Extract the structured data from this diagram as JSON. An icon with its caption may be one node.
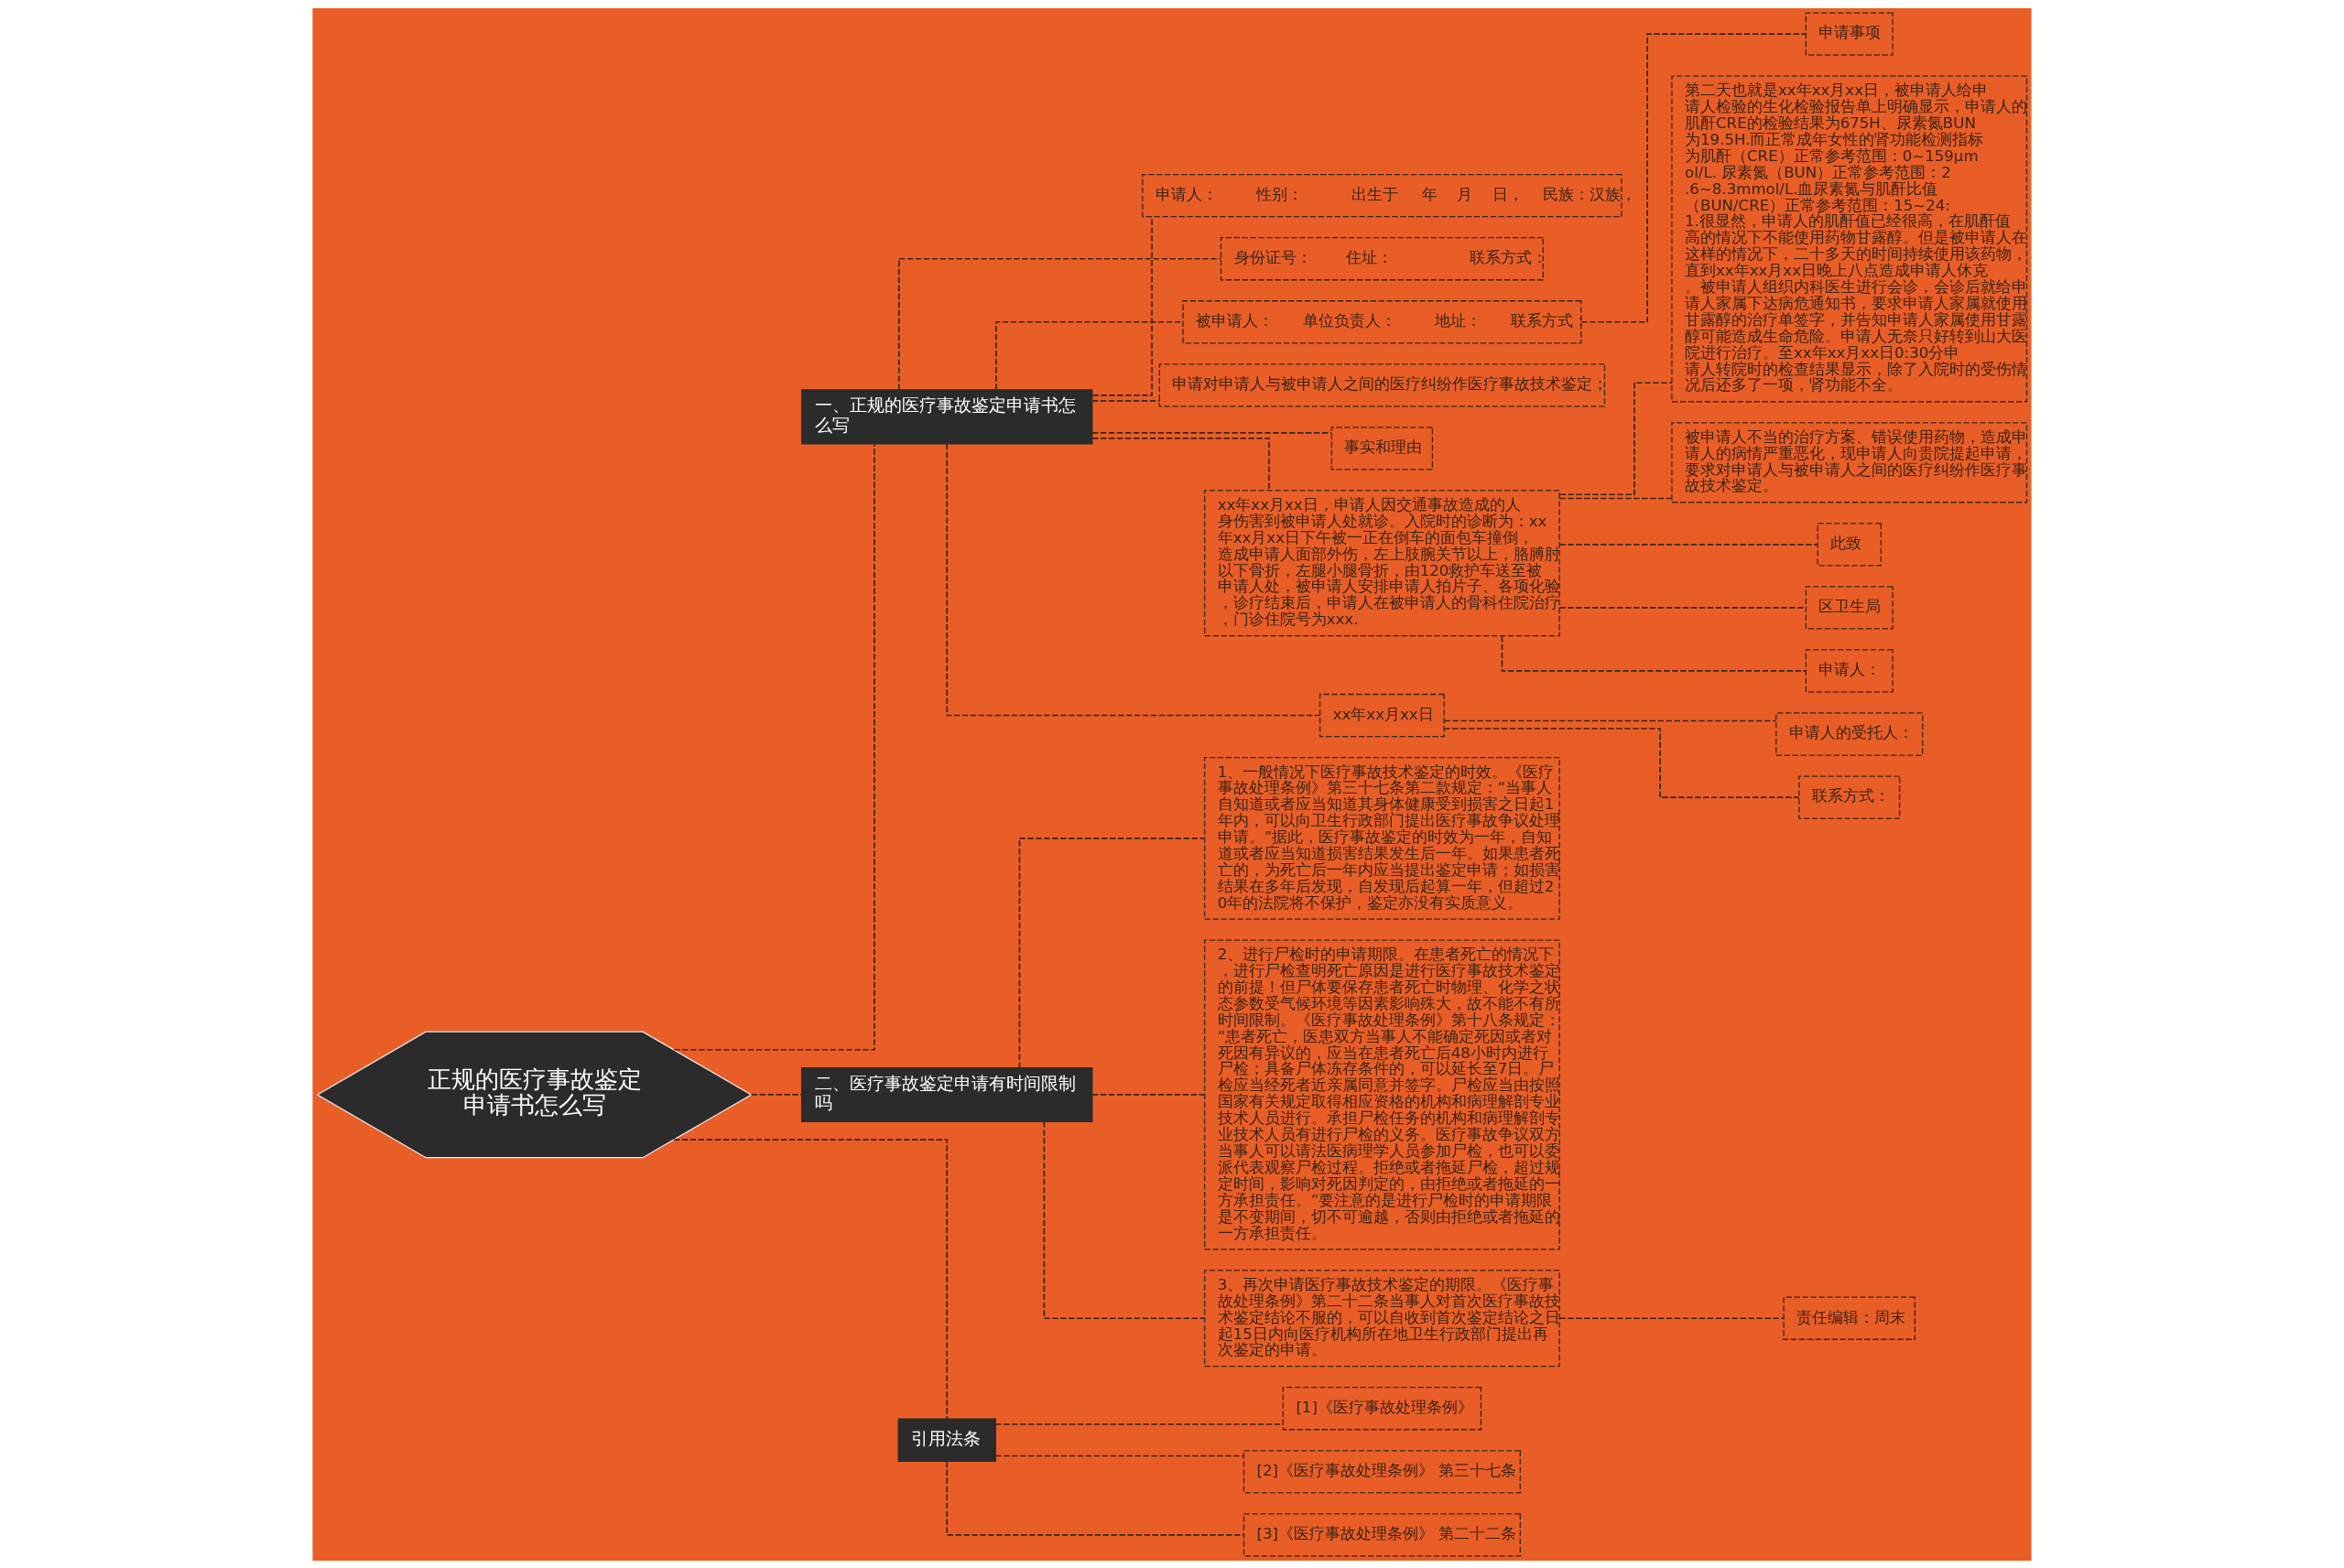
{
  "diagram": {
    "nodes": [
      {
        "text": [
          "正规的医疗事故鉴定申请书怎么写"
        ]
      },
      {
        "text": [
          "一、正规的医疗事故鉴定申请书怎么写"
        ]
      },
      {
        "text": [
          "申请人：        性别：          出生于     年    月    日，    民族：汉族，"
        ]
      },
      {
        "text": [
          "身份证号：       住址：                联系方式："
        ]
      },
      {
        "text": [
          "被申请人：      单位负责人：        地址：      联系方式："
        ]
      },
      {
        "text": [
          "申请事项"
        ]
      },
      {
        "text": [
          "申请对申请人与被申请人之间的医疗纠纷作医疗事故技术鉴定；"
        ]
      },
      {
        "text": [
          "事实和理由"
        ]
      },
      {
        "text": [
          "xx年xx月xx日，申请人因交通事故造成的人身伤害到被申请人处就诊。入院时的诊断为：xx年xx月xx日下午被一正在倒车的面包车撞倒，造成申请人面部外伤，左上肢腕关节以上，胳膊肘以下骨折，左腿小腿骨折，由120救护车送至被申请人处，被申请人安排申请人拍片子、各项化验，诊疗结束后，申请人在被申请人的骨科住院治疗，门诊住院号为xxx."
        ]
      },
      {
        "text": [
          "第二天也就是xx年xx月xx日，被申请人给申请人检验的生化检验报告单上明确显示，申请人的肌酐CRE的检验结果为675H、尿素氮BUN为19.5H.而正常成年女性的肾功能检测指标为肌酐（CRE）正常参考范围：0~159μmol/L. 尿素氮（BUN）正常参考范围：2.6~8.3mmol/L.血尿素氮与肌酐比值（BUN/CRE）正常参考范围：15~24:1.很显然，申请人的肌酐值已经很高，在肌酐值高的情况下不能使用药物甘露醇。但是被申请人在这样的情况下，二十多天的时间持续使用该药物，直到xx年xx月xx日晚上八点造成申请人休克。被申请人组织内科医生进行会诊，会诊后就给申请人家属下达病危通知书，要求申请人家属就使用甘露醇的治疗单签字，并告知申请人家属使用甘露醇可能造成生命危险。申请人无奈只好转到山大医院进行治疗。至xx年xx月xx日0:30分申请人转院时的检查结果显示，除了入院时的受伤情况后还多了一项，肾功能不全。"
        ]
      },
      {
        "text": [
          "被申请人不当的治疗方案、错误使用药物，造成申请人的病情严重恶化，现申请人向贵院提起申请，要求对申请人与被申请人之间的医疗纠纷作医疗事故技术鉴定。"
        ]
      },
      {
        "text": [
          "此致"
        ]
      },
      {
        "text": [
          "区卫生局"
        ]
      },
      {
        "text": [
          "申请人："
        ]
      },
      {
        "text": [
          "xx年xx月xx日"
        ]
      },
      {
        "text": [
          "申请人的受托人："
        ]
      },
      {
        "text": [
          "联系方式："
        ]
      },
      {
        "text": [
          "二、医疗事故鉴定申请有时间限制吗"
        ]
      },
      {
        "text": [
          "1、一般情况下医疗事故技术鉴定的时效。《医疗事故处理条例》第三十七条第二款规定：“当事人自知道或者应当知道其身体健康受到损害之日起1年内，可以向卫生行政部门提出医疗事故争议处理申请。”据此，医疗事故鉴定的时效为一年，自知道或者应当知道损害结果发生后一年。如果患者死亡的，为死亡后一年内应当提出鉴定申请；如损害结果在多年后发现，自发现后起算一年，但超过20年的法院将不保护，鉴定亦没有实质意义。"
        ]
      },
      {
        "text": [
          "2、进行尸检时的申请期限。在患者死亡的情况下，进行尸检查明死亡原因是进行医疗事故技术鉴定的前提！但尸体要保存患者死亡时物理、化学之状态参数受气候环境等因素影响殊大，故不能不有所时间限制。《医疗事故处理条例》第十八条规定：“患者死亡，医患双方当事人不能确定死因或者对死因有异议的，应当在患者死亡后48小时内进行尸检；具备尸体冻存条件的，可以延长至7日。尸检应当经死者近亲属同意并签字。尸检应当由按照国家有关规定取得相应资格的机构和病理解剖专业技术人员进行。承担尸检任务的机构和病理解剖专业技术人员有进行尸检的义务。医疗事故争议双方当事人可以请法医病理学人员参加尸检，也可以委派代表观察尸检过程。拒绝或者拖延尸检，超过规定时间，影响对死因判定的，由拒绝或者拖延的一方承担责任。”要注意的是进行尸检时的申请期限是不变期间，切不可逾越，否则由拒绝或者拖延的一方承担责任。"
        ]
      },
      {
        "text": [
          "3、再次申请医疗事故技术鉴定的期限。《医疗事故处理条例》第二十二条当事人对首次医疗事故技术鉴定结论不服的，可以自收到首次鉴定结论之日起15日内向医疗机构所在地卫生行政部门提出再次鉴定的申请。"
        ]
      },
      {
        "text": [
          "责任编辑：周末"
        ]
      },
      {
        "text": [
          "引用法条"
        ]
      },
      {
        "text": [
          "[1]《医疗事故处理条例》"
        ]
      },
      {
        "text": [
          "[2]《医疗事故处理条例》 第三十七条"
        ]
      },
      {
        "text": [
          "[3]《医疗事故处理条例》 第二十二条"
        ]
      }
    ],
    "edges": [
      {
        "from": 0,
        "to": 1,
        "arrow": "none",
        "style": "dashed"
      },
      {
        "from": 1,
        "to": 2,
        "arrow": "none",
        "style": "dashed"
      },
      {
        "from": 1,
        "to": 3,
        "arrow": "none",
        "style": "dashed"
      },
      {
        "from": 1,
        "to": 4,
        "arrow": "none",
        "style": "dashed"
      },
      {
        "from": 4,
        "to": 5,
        "arrow": "none",
        "style": "dashed"
      },
      {
        "from": 1,
        "to": 6,
        "arrow": "none",
        "style": "dashed"
      },
      {
        "from": 1,
        "to": 7,
        "arrow": "none",
        "style": "dashed"
      },
      {
        "from": 1,
        "to": 8,
        "arrow": "none",
        "style": "dashed"
      },
      {
        "from": 8,
        "to": 9,
        "arrow": "none",
        "style": "dashed"
      },
      {
        "from": 8,
        "to": 10,
        "arrow": "none",
        "style": "dashed"
      },
      {
        "from": 8,
        "to": 11,
        "arrow": "none",
        "style": "dashed"
      },
      {
        "from": 8,
        "to": 12,
        "arrow": "none",
        "style": "dashed"
      },
      {
        "from": 8,
        "to": 13,
        "arrow": "none",
        "style": "dashed"
      },
      {
        "from": 1,
        "to": 14,
        "arrow": "none",
        "style": "dashed"
      },
      {
        "from": 14,
        "to": 15,
        "arrow": "none",
        "style": "dashed"
      },
      {
        "from": 14,
        "to": 16,
        "arrow": "none",
        "style": "dashed"
      },
      {
        "from": 0,
        "to": 17,
        "arrow": "none",
        "style": "dashed"
      },
      {
        "from": 17,
        "to": 18,
        "arrow": "none",
        "style": "dashed"
      },
      {
        "from": 17,
        "to": 19,
        "arrow": "none",
        "style": "dashed"
      },
      {
        "from": 17,
        "to": 20,
        "arrow": "none",
        "style": "dashed"
      },
      {
        "from": 20,
        "to": 21,
        "arrow": "none",
        "style": "dashed"
      },
      {
        "from": 0,
        "to": 22,
        "arrow": "none",
        "style": "dashed"
      },
      {
        "from": 22,
        "to": 23,
        "arrow": "none",
        "style": "dashed"
      },
      {
        "from": 22,
        "to": 24,
        "arrow": "none",
        "style": "dashed"
      },
      {
        "from": 22,
        "to": 25,
        "arrow": "none",
        "style": "dashed"
      }
    ]
  }
}
